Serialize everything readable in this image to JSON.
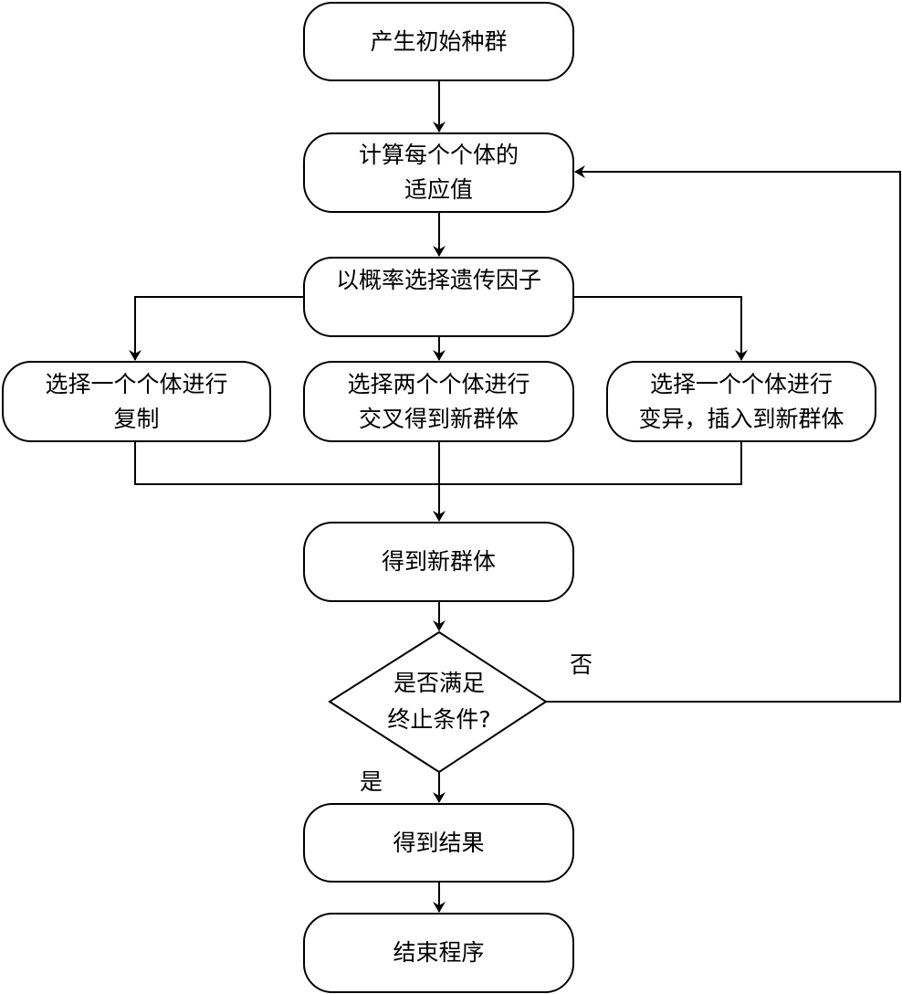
{
  "flowchart": {
    "nodes": {
      "start": "产生初始种群",
      "fitness": "计算每个个体的\n适应值",
      "select_op": "以概率选择遗传因子",
      "copy": "选择一个个体进行\n复制",
      "crossover": "选择两个个体进行\n交叉得到新群体",
      "mutation": "选择一个个体进行\n变异，插入到新群体",
      "new_pop": "得到新群体",
      "decision": "是否满足\n终止条件?",
      "result": "得到结果",
      "end": "结束程序"
    },
    "edge_labels": {
      "no": "否",
      "yes": "是"
    }
  }
}
